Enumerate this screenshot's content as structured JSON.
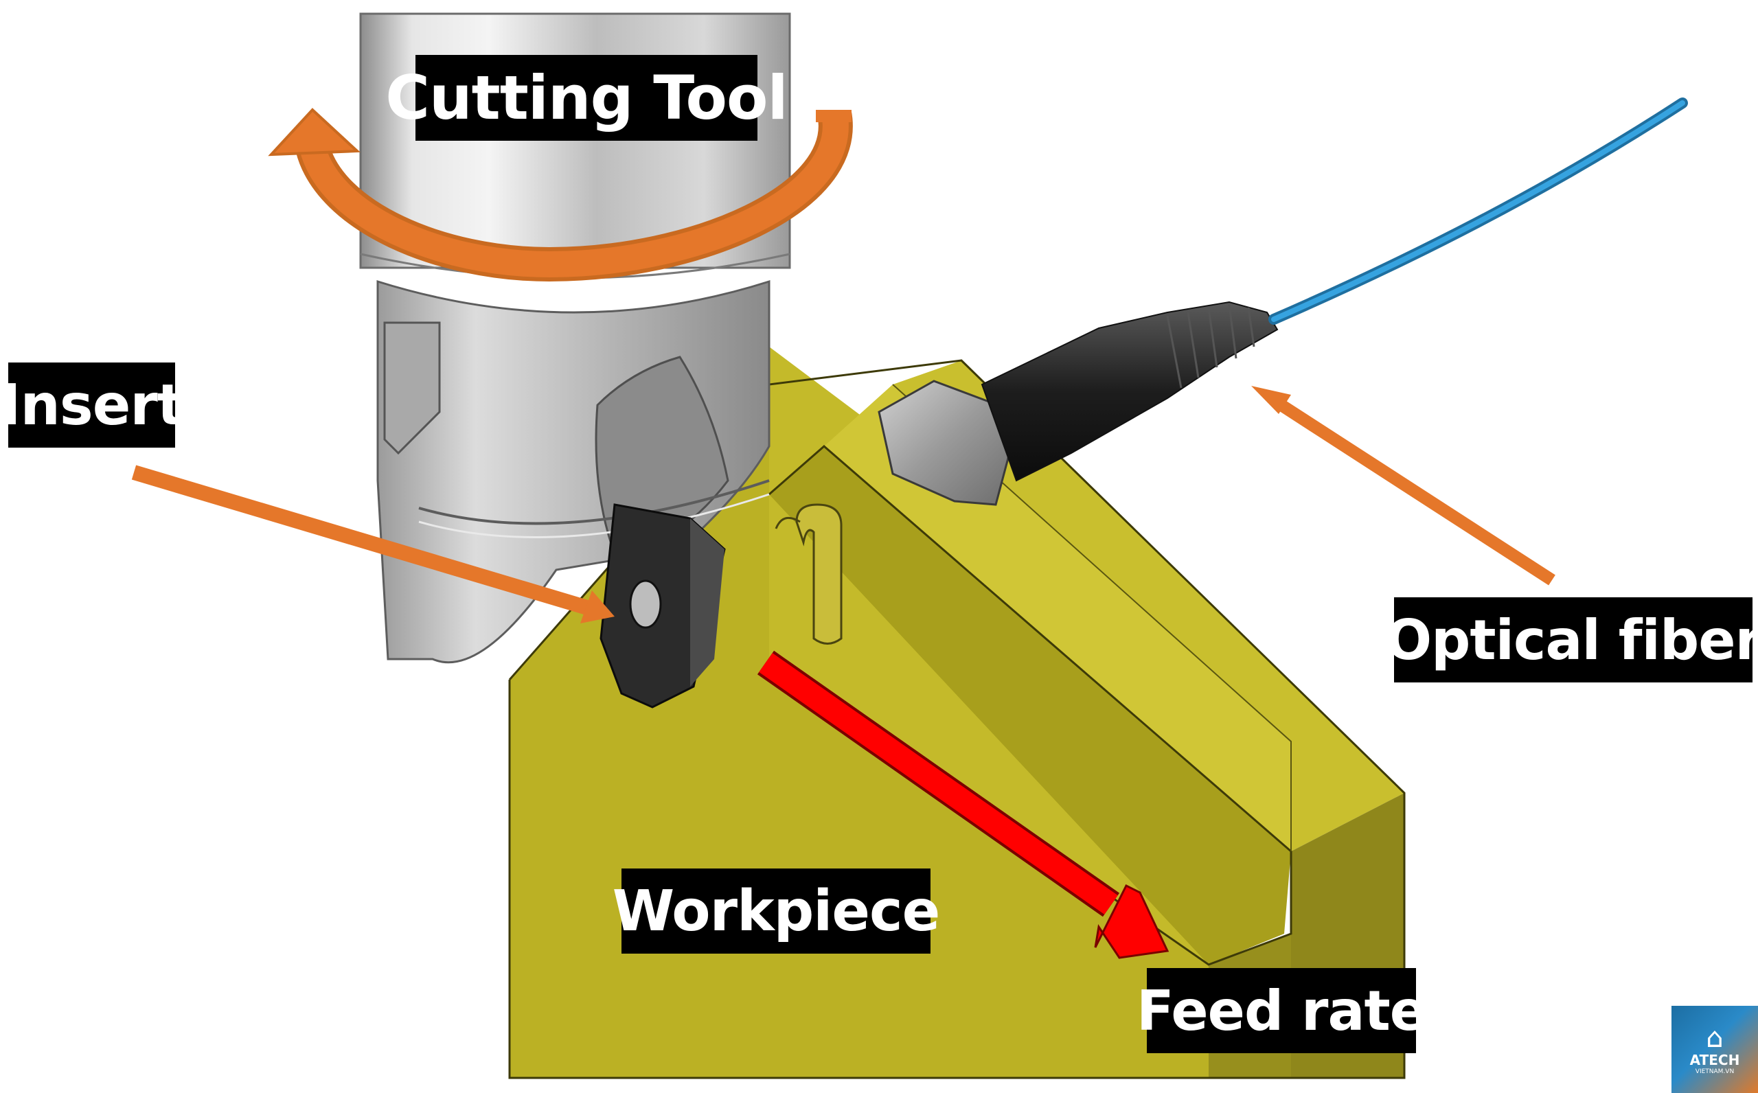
{
  "labels": {
    "cutting_tool": "Cutting Tool",
    "insert": "Insert",
    "optical_fiber": "Optical fiber",
    "workpiece": "Workpiece",
    "feed_rate": "Feed rate"
  },
  "logo": {
    "word": "ATECH",
    "sub": "VIETNAM.VN"
  },
  "colors": {
    "workpiece": "#bdb32a",
    "workpiece_shadow": "#8e861c",
    "tool_metal": "#b9b9b9",
    "insert": "#2b2b2b",
    "fiber": "#2b8fd1",
    "arrow_orange": "#e5772a",
    "arrow_feed": "#ff0000",
    "label_bg": "#000000",
    "label_text": "#ffffff"
  }
}
